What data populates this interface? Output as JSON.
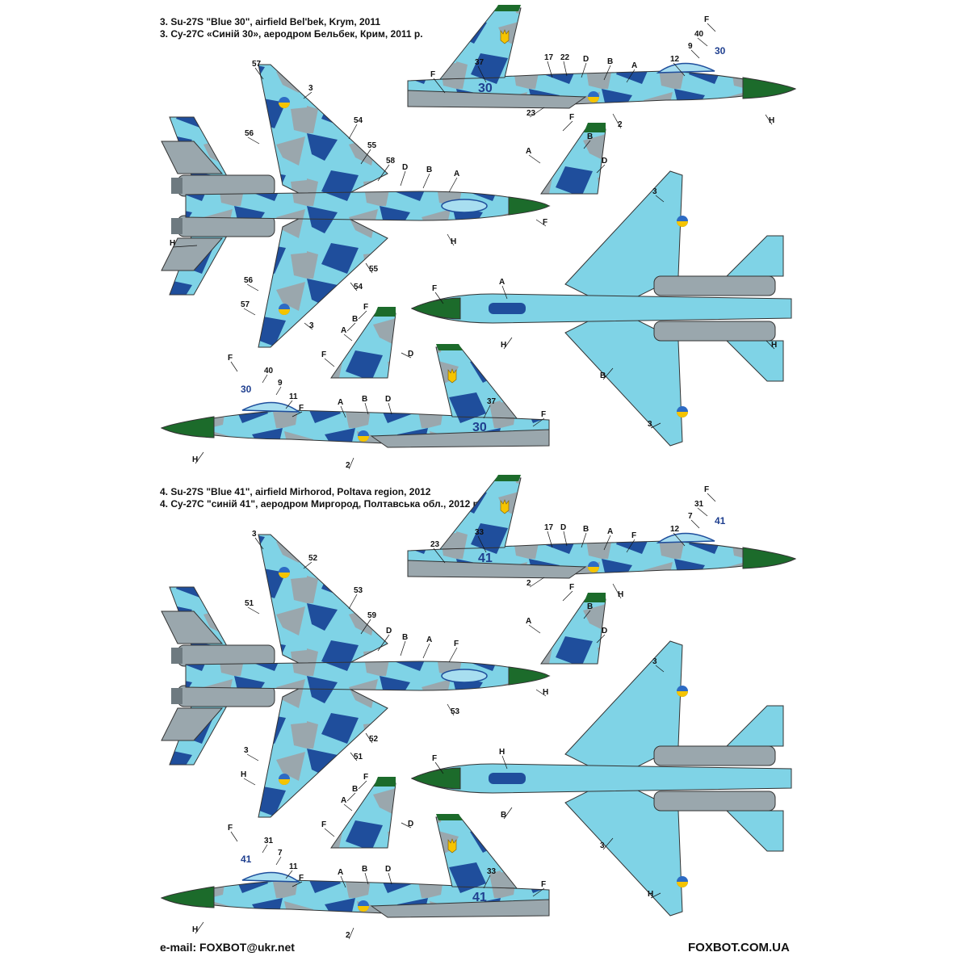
{
  "colors": {
    "light_blue": "#7fd3e6",
    "dark_blue": "#1f4e9c",
    "grey": "#9aa7ad",
    "dark_grey": "#6e7a80",
    "green": "#1c6b2b",
    "roundel_blue": "#2d6bc4",
    "roundel_yellow": "#f5c400",
    "text": "#111111"
  },
  "schemes": [
    {
      "caption_en": "3. Su-27S \"Blue 30\", airfield Bel'bek, Krym, 2011",
      "caption_ua": "3. Су-27С «Синій 30», аеродром Бельбек, Крим, 2011 р.",
      "code": "30",
      "callouts": {
        "top": [
          "57",
          "3",
          "56",
          "54",
          "55",
          "58",
          "D",
          "B",
          "A",
          "F",
          "H",
          "55",
          "54",
          "56",
          "57",
          "3",
          "H"
        ],
        "profile_right": [
          "F",
          "40",
          "9",
          "12",
          "37",
          "17",
          "22",
          "D",
          "B",
          "A",
          "F",
          "23",
          "2",
          "H"
        ],
        "fin_right": [
          "F",
          "B",
          "A",
          "D"
        ],
        "bottom": [
          "3",
          "F",
          "A",
          "H",
          "B",
          "3",
          "H"
        ],
        "fin_left": [
          "F",
          "B",
          "A",
          "F",
          "D"
        ],
        "profile_left": [
          "F",
          "40",
          "9",
          "11",
          "F",
          "A",
          "B",
          "D",
          "37",
          "F",
          "H",
          "2"
        ]
      }
    },
    {
      "caption_en": "4. Su-27S \"Blue 41\", airfield Mirhorod, Poltava region, 2012",
      "caption_ua": "4. Су-27С \"синій 41\", аеродром Миргород, Полтавська обл., 2012 р.",
      "code": "41",
      "callouts": {
        "top": [
          "3",
          "52",
          "51",
          "53",
          "59",
          "D",
          "B",
          "A",
          "F",
          "H",
          "53",
          "52",
          "51",
          "3",
          "H"
        ],
        "profile_right": [
          "F",
          "31",
          "7",
          "12",
          "33",
          "17",
          "D",
          "B",
          "A",
          "F",
          "23",
          "2",
          "H"
        ],
        "fin_right": [
          "F",
          "B",
          "A",
          "D"
        ],
        "bottom": [
          "3",
          "F",
          "H",
          "B",
          "3",
          "H"
        ],
        "fin_left": [
          "F",
          "B",
          "A",
          "F",
          "D"
        ],
        "profile_left": [
          "F",
          "31",
          "7",
          "11",
          "F",
          "A",
          "B",
          "D",
          "33",
          "F",
          "H",
          "2"
        ]
      }
    }
  ],
  "footer": {
    "email": "e-mail: FOXBOT@ukr.net",
    "site": "FOXBOT.COM.UA"
  }
}
